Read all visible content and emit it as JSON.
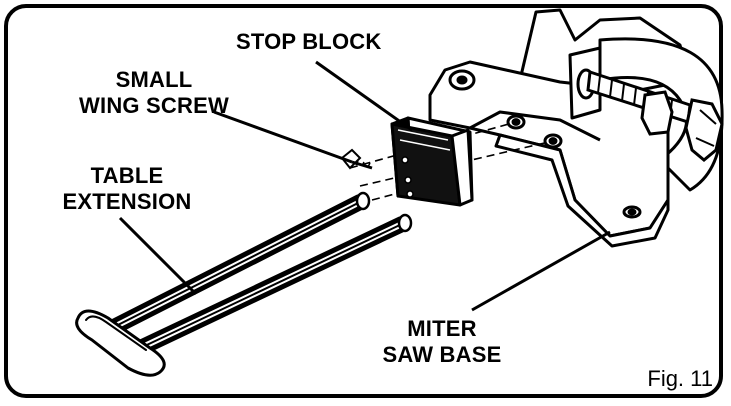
{
  "labels": {
    "stop_block": "STOP BLOCK",
    "small_wing_screw": [
      "SMALL",
      "WING SCREW"
    ],
    "table_extension": [
      "TABLE",
      "EXTENSION"
    ],
    "miter_saw_base": [
      "MITER",
      "SAW BASE"
    ]
  },
  "figure_label": "Fig. 11"
}
